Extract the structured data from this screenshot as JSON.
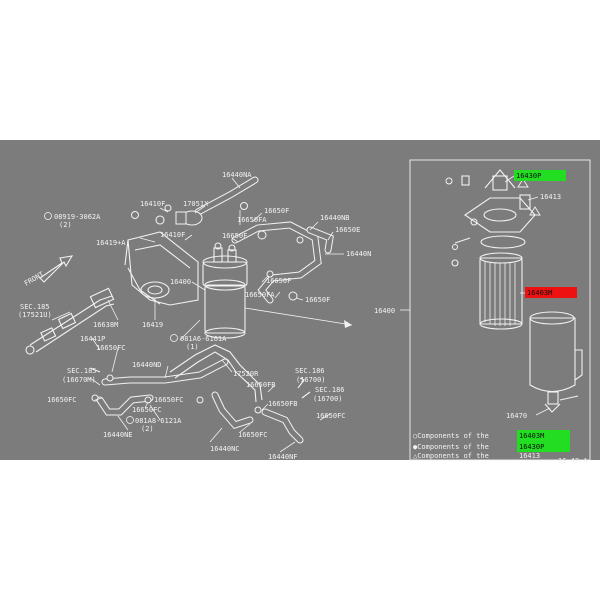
{
  "colors": {
    "page_background": "#ffffff",
    "panel_background": "#7c7c7c",
    "linework": "#f2f2f2",
    "highlight_green": "#22dd22",
    "highlight_red": "#ee1111"
  },
  "main_labels": {
    "l16440NA": "16440NA",
    "l17051X": "17051X",
    "l16410F_top": "16410F",
    "l16650F_top": "16650F",
    "l08919": "08919-3062A",
    "l08919_qty": "(2)",
    "l16650FA_top": "16650FA",
    "l16440NB": "16440NB",
    "l16650E": "16650E",
    "l16419A": "16419+A",
    "l16410F_mid": "16410F",
    "l16650F_mid": "16650F",
    "l16440N": "16440N",
    "l16400": "16400",
    "l16650F_r": "16650F",
    "l16650FA_mid": "16650FA",
    "l16650F_r2": "16650F",
    "l16638M": "16638M",
    "l16419": "16419",
    "lsec185a": "SEC.185",
    "lsec185a_sub": "(17521U)",
    "l081A6": "081A6-6161A",
    "l081A6_qty": "(1)",
    "l16441P": "16441P",
    "l16650FC_a": "16650FC",
    "l16440ND": "16440ND",
    "l17520R": "17520R",
    "lsec185b": "SEC.185",
    "lsec185b_sub": "(16670M)",
    "lsec186a": "SEC.186",
    "lsec186a_sub": "(16700)",
    "l16650FB_a": "16650FB",
    "lsec186b": "SEC.186",
    "lsec186b_sub": "(16700)",
    "l16650FC_b": "16650FC",
    "l16650FC_c": "16650FC",
    "l16650FB_b": "16650FB",
    "l081A8": "081A8-6121A",
    "l081A8_qty": "(2)",
    "l16650FC_d": "16650FC",
    "l16440NE": "16440NE",
    "l16650FC_e": "16650FC",
    "l16440NC": "16440NC",
    "l16440NF": "16440NF",
    "front": "FRONT",
    "l16400_callout": "16400"
  },
  "inset": {
    "l16430P": "16430P",
    "l16413": "16413",
    "l16403M": "16403M",
    "l16470": "16470",
    "legend": [
      {
        "prefix": "○Components of the",
        "part": "16403M",
        "highlight": "green"
      },
      {
        "prefix": "●Components of the",
        "part": "16430P",
        "highlight": "green"
      },
      {
        "prefix": "△Components of the",
        "part": "16413",
        "highlight": "none"
      }
    ],
    "corner_fragment": "16 43 A"
  }
}
